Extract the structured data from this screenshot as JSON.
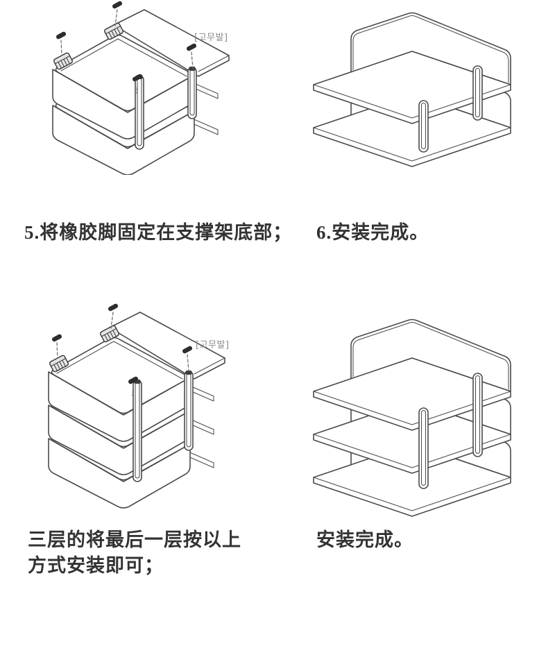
{
  "document": {
    "type": "assembly-instruction-sheet",
    "language": "Chinese with Korean part label"
  },
  "palette": {
    "background": "#ffffff",
    "line_art": "#4a4a4a",
    "caption_text": "#333333",
    "annotation_text": "#8a8a8a",
    "rubber_foot_fill": "#2d2d2d"
  },
  "steps": [
    {
      "caption": "5.将橡胶脚固定在支撑架底部；",
      "annotation": "[고무발]",
      "illustration": "two-tier-tray-inverted-with-rubber-feet"
    },
    {
      "caption": "6.安装完成。",
      "illustration": "two-tier-tray-assembled"
    },
    {
      "caption": "三层的将最后一层按以上\n方式安装即可；",
      "annotation": "[고무발]",
      "illustration": "three-tier-tray-inverted-with-rubber-feet"
    },
    {
      "caption": "安装完成。",
      "illustration": "three-tier-tray-assembled"
    }
  ]
}
